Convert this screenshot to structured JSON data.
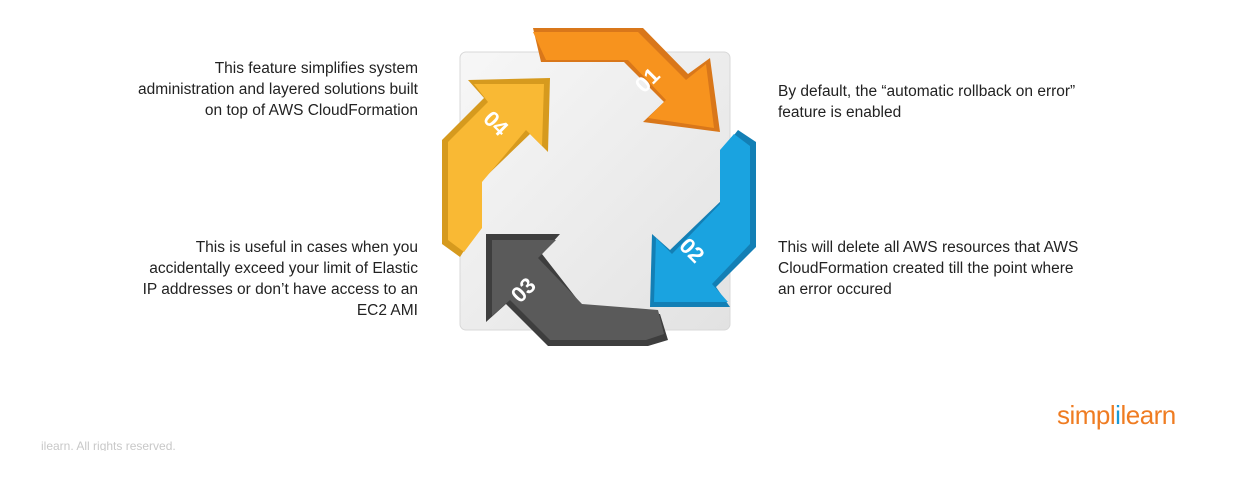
{
  "steps": [
    {
      "number": "01",
      "color": "#f7931e",
      "text": "By default, the “automatic rollback on error”\nfeature is enabled"
    },
    {
      "number": "02",
      "color": "#1aa3e0",
      "text": "This will delete all AWS resources that AWS\nCloudFormation created till the point where\nan error occured"
    },
    {
      "number": "03",
      "color": "#5a5a5a",
      "text": "This is useful in cases when you\naccidentally exceed your limit of Elastic\nIP addresses or don’t have access to an\nEC2 AMI"
    },
    {
      "number": "04",
      "color": "#f9b934",
      "text": "This feature simplifies system\nadministration and layered solutions built\non top of AWS CloudFormation"
    }
  ],
  "logo": {
    "text_a": "simpl",
    "text_b": "i",
    "text_c": "learn"
  },
  "footer": {
    "text": "ilearn. All rights reserved."
  }
}
